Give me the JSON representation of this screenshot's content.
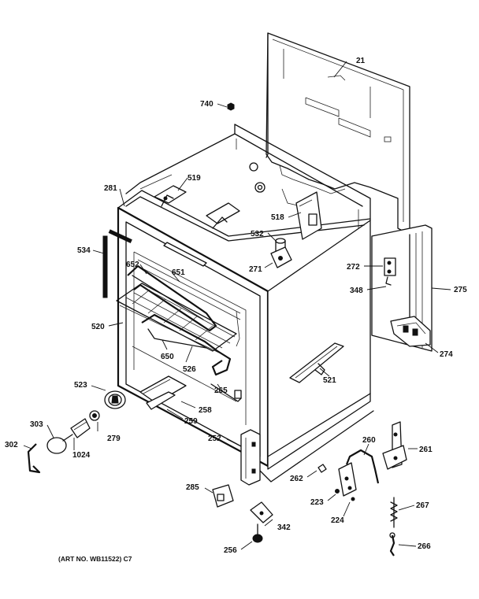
{
  "diagram": {
    "art_number": "(ART NO. WB11522) C7",
    "callouts": {
      "p21": "21",
      "p740": "740",
      "p519": "519",
      "p281": "281",
      "p518": "518",
      "p532": "532",
      "p534": "534",
      "p271": "271",
      "p272": "272",
      "p652": "652",
      "p651": "651",
      "p348": "348",
      "p275": "275",
      "p520": "520",
      "p650": "650",
      "p526": "526",
      "p521": "521",
      "p274": "274",
      "p523": "523",
      "p265": "265",
      "p258": "258",
      "p259": "259",
      "p303": "303",
      "p279": "279",
      "p302": "302",
      "p1024": "1024",
      "p252": "252",
      "p260": "260",
      "p261": "261",
      "p262": "262",
      "p285": "285",
      "p223": "223",
      "p224": "224",
      "p267": "267",
      "p342": "342",
      "p256": "256",
      "p266": "266"
    }
  }
}
